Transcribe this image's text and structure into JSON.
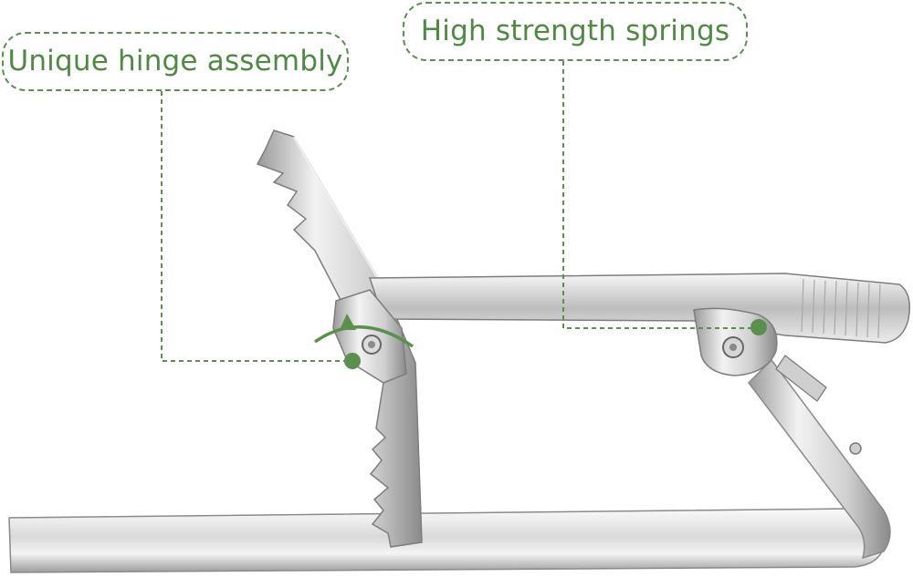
{
  "callouts": {
    "hinge": {
      "label": "Unique hinge assembly"
    },
    "springs": {
      "label": "High strength springs"
    }
  },
  "colors": {
    "accent": "#5a8f4e",
    "metal_light": "#f2f2f2",
    "metal_mid": "#c9c9c9",
    "metal_dark": "#8e8e8e"
  },
  "product": {
    "icon": "tie-clip-image"
  }
}
